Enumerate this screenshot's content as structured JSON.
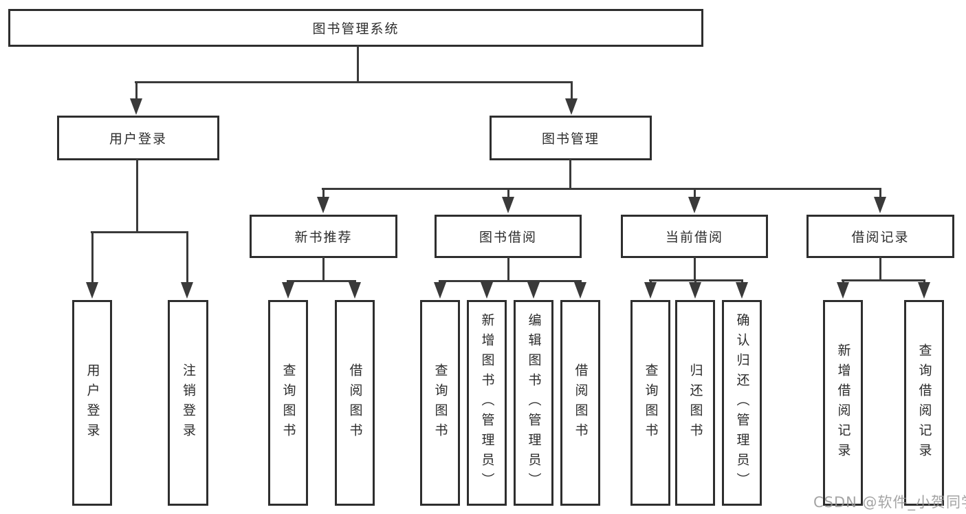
{
  "tree": {
    "root": "图书管理系统",
    "branches": [
      {
        "label": "用户登录",
        "children": [
          "用户登录",
          "注销登录"
        ]
      },
      {
        "label": "图书管理",
        "sections": [
          {
            "label": "新书推荐",
            "children": [
              "查询图书",
              "借阅图书"
            ]
          },
          {
            "label": "图书借阅",
            "children": [
              "查询图书",
              "新增图书（管理员）",
              "编辑图书（管理员）",
              "借阅图书"
            ]
          },
          {
            "label": "当前借阅",
            "children": [
              "查询图书",
              "归还图书",
              "确认归还（管理员）"
            ]
          },
          {
            "label": "借阅记录",
            "children": [
              "新增借阅记录",
              "查询借阅记录"
            ]
          }
        ]
      }
    ]
  },
  "watermark": {
    "text": "CSDN @软件_小贺同学"
  },
  "colors": {
    "background": "#ffffff",
    "box_border": "#2e2e2e",
    "connector": "#3a3a3a",
    "text": "#2c2c2c",
    "watermark": "#949494"
  }
}
